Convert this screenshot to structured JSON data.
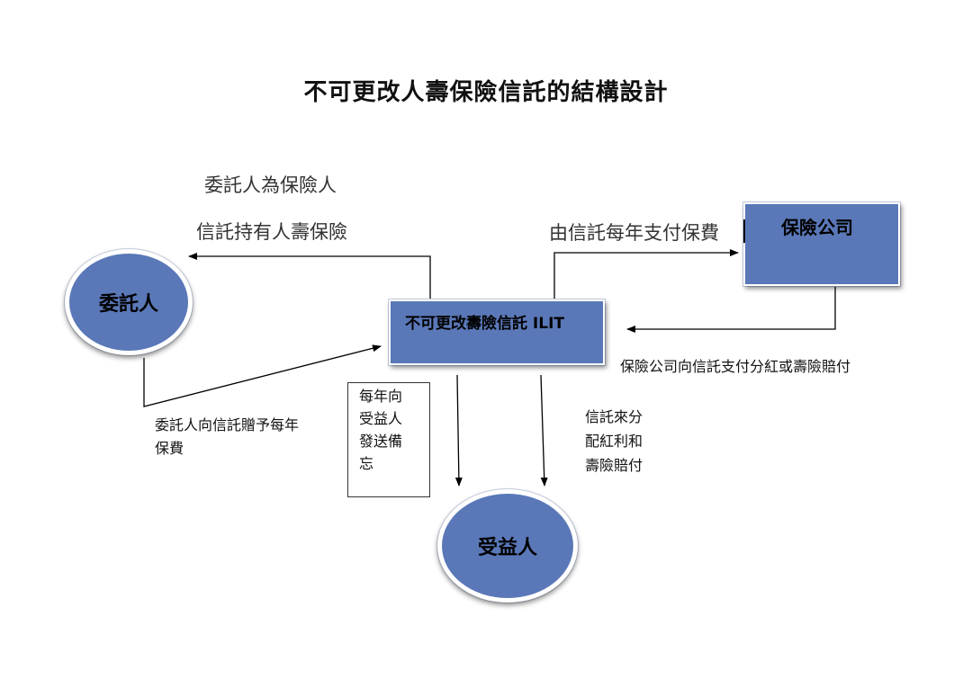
{
  "title": "不可更改人壽保險信託的結構設計",
  "nodes": {
    "settlor": "委託人",
    "ilit": "不可更改壽險信託 ILIT",
    "insurer": "保險公司",
    "beneficiary": "受益人"
  },
  "edge_labels": {
    "settlor_owner_line1": "委託人為保險人",
    "settlor_owner_line2": "信託持有人壽保險",
    "annual_premium": "由信託每年支付保費",
    "insurer_pays": "保險公司向信託支付分紅或壽險賠付",
    "gift_line1": "委託人向信託贈予每年",
    "gift_line2": "保費",
    "distribute_line1": "信託來分",
    "distribute_line2": "配紅利和",
    "distribute_line3": "壽險賠付"
  },
  "memo": {
    "line1": "每年向",
    "line2": "受益人",
    "line3": "發送備",
    "line4": "忘"
  },
  "colors": {
    "node_fill": "#5a78b8",
    "arrow": "#000000"
  }
}
